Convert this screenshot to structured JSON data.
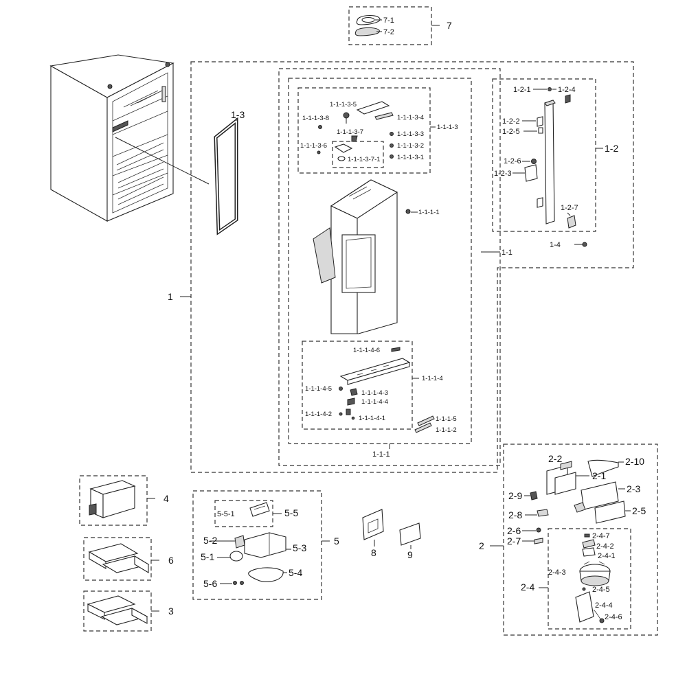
{
  "labels": {
    "n1": "1",
    "n1_1": "1-1",
    "n1_1_1": "1-1-1",
    "n1_1_1_1": "1-1-1-1",
    "n1_1_1_2": "1-1-1-2",
    "n1_1_1_3": "1-1-1-3",
    "n1_1_1_3_1": "1-1-1-3-1",
    "n1_1_1_3_2": "1-1-1-3-2",
    "n1_1_1_3_3": "1-1-1-3-3",
    "n1_1_1_3_4": "1-1-1-3-4",
    "n1_1_1_3_5": "1-1-1-3-5",
    "n1_1_1_3_6": "1-1-1-3-6",
    "n1_1_1_3_7": "1-1-1-3-7",
    "n1_1_1_3_7_1": "1-1-1-3-7-1",
    "n1_1_1_3_8": "1-1-1-3-8",
    "n1_1_1_4": "1-1-1-4",
    "n1_1_1_4_1": "1-1-1-4-1",
    "n1_1_1_4_2": "1-1-1-4-2",
    "n1_1_1_4_3": "1-1-1-4-3",
    "n1_1_1_4_4": "1-1-1-4-4",
    "n1_1_1_4_5": "1-1-1-4-5",
    "n1_1_1_4_6": "1-1-1-4-6",
    "n1_1_1_5": "1-1-1-5",
    "n1_2": "1-2",
    "n1_2_1": "1-2-1",
    "n1_2_2": "1-2-2",
    "n1_2_3": "1-2-3",
    "n1_2_4": "1-2-4",
    "n1_2_5": "1-2-5",
    "n1_2_6": "1-2-6",
    "n1_2_7": "1-2-7",
    "n1_3": "1-3",
    "n1_4": "1-4",
    "n2": "2",
    "n2_1": "2-1",
    "n2_2": "2-2",
    "n2_3": "2-3",
    "n2_4": "2-4",
    "n2_4_1": "2-4-1",
    "n2_4_2": "2-4-2",
    "n2_4_3": "2-4-3",
    "n2_4_4": "2-4-4",
    "n2_4_5": "2-4-5",
    "n2_4_6": "2-4-6",
    "n2_4_7": "2-4-7",
    "n2_5": "2-5",
    "n2_6": "2-6",
    "n2_7": "2-7",
    "n2_8": "2-8",
    "n2_9": "2-9",
    "n2_10": "2-10",
    "n3": "3",
    "n4": "4",
    "n5": "5",
    "n5_1": "5-1",
    "n5_2": "5-2",
    "n5_3": "5-3",
    "n5_4": "5-4",
    "n5_5": "5-5",
    "n5_5_1": "5-5-1",
    "n5_6": "5-6",
    "n6": "6",
    "n7": "7",
    "n7_1": "7-1",
    "n7_2": "7-2",
    "n8": "8",
    "n9": "9"
  },
  "colors": {
    "line": "#222222",
    "fill": "#ffffff",
    "shade": "#d9d9d9"
  }
}
